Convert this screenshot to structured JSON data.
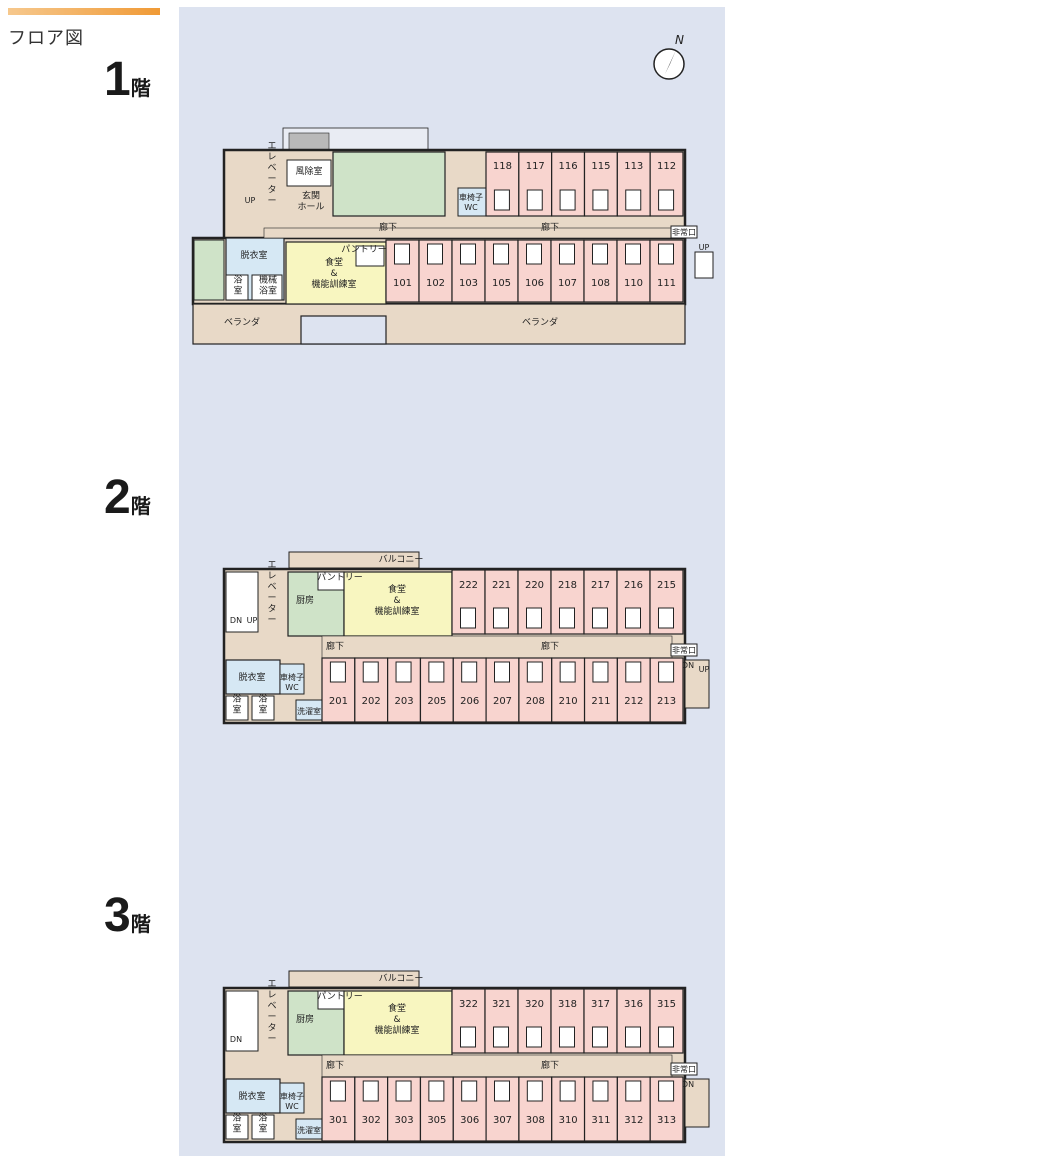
{
  "header": {
    "title": "フロア図"
  },
  "floors": [
    {
      "label_num": "1",
      "label_suffix": "階",
      "rooms_top": [
        "118",
        "117",
        "116",
        "115",
        "113",
        "112"
      ],
      "rooms_bottom": [
        "101",
        "102",
        "103",
        "105",
        "106",
        "107",
        "108",
        "110",
        "111"
      ],
      "labels": {
        "windbreak": "風除室",
        "entrance": "玄関\nホール",
        "elevator": "エレベーター",
        "up": "UP",
        "corridor": "廊下",
        "emergency_exit": "非常口",
        "dressing": "脱衣室",
        "bath": "浴\n室",
        "machine_bath": "機械\n浴室",
        "pantry": "パントリー",
        "dining": "食堂\n&\n機能訓練室",
        "wc": "車椅子\nWC",
        "veranda": "ベランダ"
      }
    },
    {
      "label_num": "2",
      "label_suffix": "階",
      "rooms_top": [
        "222",
        "221",
        "220",
        "218",
        "217",
        "216",
        "215"
      ],
      "rooms_bottom": [
        "201",
        "202",
        "203",
        "205",
        "206",
        "207",
        "208",
        "210",
        "211",
        "212",
        "213"
      ],
      "labels": {
        "balcony": "バルコニー",
        "pantry": "パントリー",
        "kitchen": "厨房",
        "dining": "食堂\n&\n機能訓練室",
        "elevator": "エレベーター",
        "dn": "DN",
        "up": "UP",
        "corridor": "廊下",
        "emergency_exit": "非常口",
        "dressing": "脱衣室",
        "bath1": "浴\n室",
        "bath2": "浴\n室",
        "wc": "車椅子\nWC",
        "laundry": "洗濯室"
      }
    },
    {
      "label_num": "3",
      "label_suffix": "階",
      "rooms_top": [
        "322",
        "321",
        "320",
        "318",
        "317",
        "316",
        "315"
      ],
      "rooms_bottom": [
        "301",
        "302",
        "303",
        "305",
        "306",
        "307",
        "308",
        "310",
        "311",
        "312",
        "313"
      ],
      "labels": {
        "balcony": "バルコニー",
        "pantry": "パントリー",
        "kitchen": "厨房",
        "dining": "食堂\n&\n機能訓練室",
        "elevator": "エレベーター",
        "dn": "DN",
        "corridor": "廊下",
        "emergency_exit": "非常口",
        "dressing": "脱衣室",
        "bath1": "浴\n室",
        "bath2": "浴\n室",
        "wc": "車椅子\nWC",
        "laundry": "洗濯室"
      }
    }
  ],
  "compass": {
    "letter": "N"
  },
  "colors": {
    "panel": "#dde3f0",
    "room": "#f8d4cf",
    "corridor": "#e8d9c7",
    "green": "#cfe3c8",
    "yellow": "#f8f6c0",
    "blue": "#d6e8f4",
    "wall": "#222222"
  }
}
